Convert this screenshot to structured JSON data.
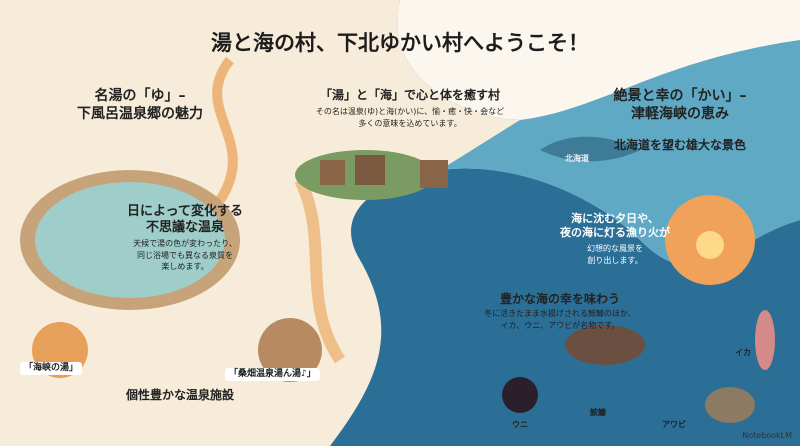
{
  "title": "湯と海の村、下北ゆかい村へようこそ！",
  "left": {
    "heading": [
      "名湯の「ゆ」–",
      "下風呂温泉郷の魅力"
    ],
    "feature_title": [
      "日によって変化する",
      "不思議な温泉"
    ],
    "feature_text": [
      "天候で湯の色が変わったり、",
      "同じ浴場でも異なる泉質を",
      "楽しめます。"
    ],
    "facility_1": "「海峡の湯」",
    "facility_2": "「桑畑温泉湯ん湯♪」",
    "facilities_caption": "個性豊かな温泉施設"
  },
  "center": {
    "heading": "「湯」と「海」で心と体を癒す村",
    "text": [
      "その名は温泉(ゆ)と海(かい)に、愉・癒・快・会など",
      "多くの意味を込めています。"
    ]
  },
  "right": {
    "heading": [
      "絶景と幸の「かい」–",
      "津軽海峡の恵み"
    ],
    "view_title": "北海道を望む雄大な景色",
    "map_label": "北海道",
    "sunset_title": [
      "海に沈む夕日や、",
      "夜の海に灯る漁り火が"
    ],
    "sunset_text": [
      "幻想的な風景を",
      "創り出します。"
    ],
    "seafood_title": "豊かな海の幸を味わう",
    "seafood_text": [
      "冬に活きたまま水揚げされる鮟鱇のほか、",
      "イカ、ウニ、アワビが名物です。"
    ],
    "labels": {
      "anglerfish": "鮟鱇",
      "urchin": "ウニ",
      "abalone": "アワビ",
      "squid": "イカ"
    }
  },
  "logo": "NotebookLM",
  "colors": {
    "sand": "#f7ecd9",
    "sea": "#1f5f8a",
    "hot_spring": "#e8913a"
  }
}
